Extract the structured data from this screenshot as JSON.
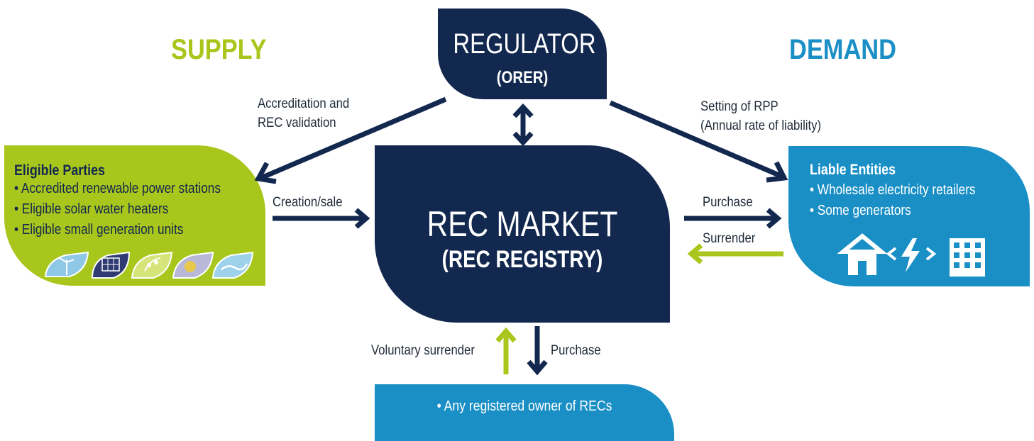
{
  "headings": {
    "supply": "SUPPLY",
    "demand": "DEMAND"
  },
  "regulator": {
    "title": "REGULATOR",
    "subtitle": "(ORER)"
  },
  "market": {
    "title": "REC MARKET",
    "subtitle": "(REC REGISTRY)"
  },
  "eligible_parties": {
    "title": "Eligible Parties",
    "items": [
      "Accredited renewable power stations",
      "Eligible solar water heaters",
      "Eligible small generation units"
    ]
  },
  "liable_entities": {
    "title": "Liable Entities",
    "items": [
      "Wholesale electricity retailers",
      "Some generators"
    ]
  },
  "owners": {
    "item": "Any registered owner of RECs"
  },
  "labels": {
    "accreditation_1": "Accreditation and",
    "accreditation_2": "REC validation",
    "rpp_1": "Setting of RPP",
    "rpp_2": "(Annual rate of liability)",
    "creation_sale": "Creation/sale",
    "purchase_right": "Purchase",
    "surrender_right": "Surrender",
    "voluntary_surrender": "Voluntary surrender",
    "purchase_bottom": "Purchase"
  },
  "colors": {
    "navy": "#12284f",
    "green": "#a9c61c",
    "blue": "#1a8fc6"
  },
  "icons": [
    "wind-turbine-icon",
    "solar-panel-icon",
    "leaf-icon",
    "sun-icon",
    "water-wave-icon",
    "house-icon",
    "lightning-exchange-icon",
    "office-building-icon"
  ]
}
